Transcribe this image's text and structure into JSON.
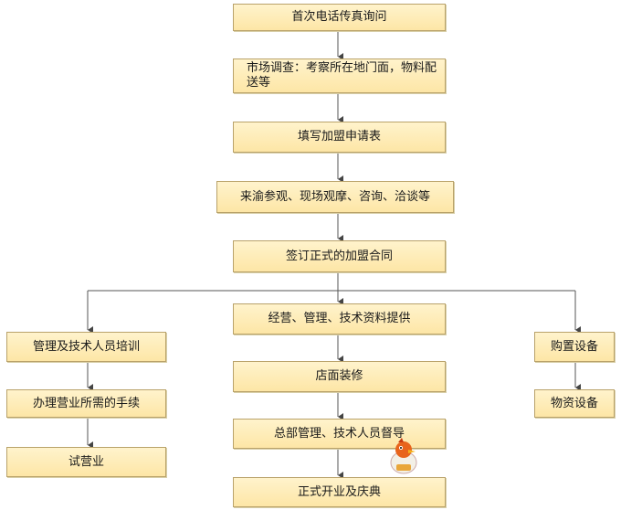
{
  "nodes": {
    "first_inquiry": "首次电话传真询问",
    "market_survey": "市场调查：考察所在地门面，物料配送等",
    "apply_form": "填写加盟申请表",
    "visit": "来渝参观、现场观摩、咨询、洽谈等",
    "sign_contract": "签订正式的加盟合同",
    "training": "管理及技术人员培训",
    "business_license": "办理营业所需的手续",
    "trial_run": "试营业",
    "tech_support": "经营、管理、技术资料提供",
    "decoration": "店面装修",
    "supervision": "总部管理、技术人员督导",
    "grand_opening": "正式开业及庆典",
    "purchase_equipment": "购置设备",
    "material_equipment": "物资设备"
  },
  "colors": {
    "box_fill": "#fde6a6",
    "box_border": "#b9a26a",
    "connector": "#555555"
  },
  "icons": {
    "mascot": "bird-mascot-icon"
  }
}
